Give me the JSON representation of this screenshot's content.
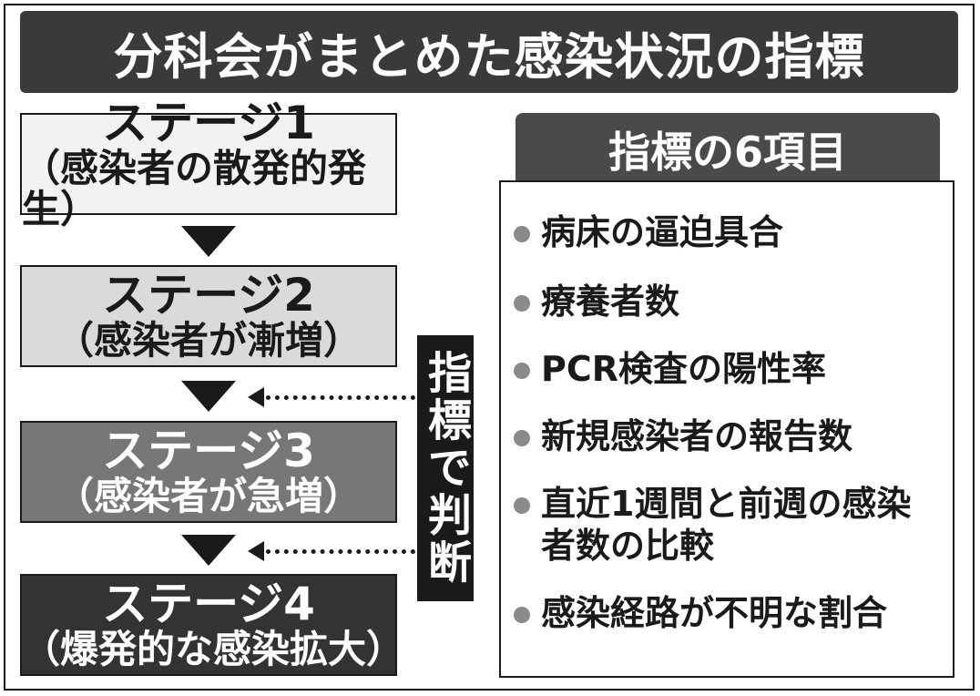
{
  "title": "分科会がまとめた感染状況の指標",
  "stages": [
    {
      "name": "ステージ1",
      "desc": "（感染者の散発的発生）"
    },
    {
      "name": "ステージ2",
      "desc": "（感染者が漸増）"
    },
    {
      "name": "ステージ3",
      "desc": "（感染者が急増）"
    },
    {
      "name": "ステージ4",
      "desc": "（爆発的な感染拡大）"
    }
  ],
  "judge_label": "指標で判断",
  "indicators": {
    "heading": "指標の6項目",
    "items": [
      "病床の逼迫具合",
      "療養者数",
      "PCR検査の陽性率",
      "新規感染者の報告数",
      "直近1週間と前週の感染者数の比較",
      "感染経路が不明な割合"
    ]
  },
  "colors": {
    "title_bg": "#3a3a3a",
    "stage1_bg": "#f2f2f2",
    "stage2_bg": "#dadada",
    "stage3_bg": "#777777",
    "stage4_bg": "#333333",
    "bullet": "#8a8a8a"
  },
  "icons": [
    "down-triangle-arrow",
    "left-triangle-arrow",
    "bullet-dot"
  ]
}
